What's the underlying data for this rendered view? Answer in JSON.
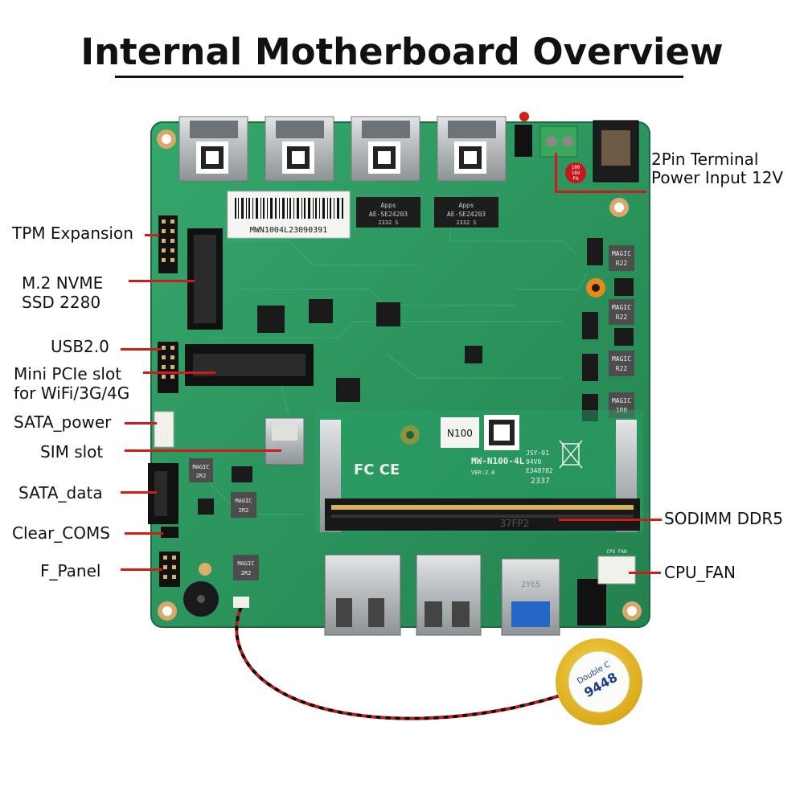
{
  "title": "Internal Motherboard Overview",
  "labels": {
    "tpm": "TPM Expansion",
    "m2_line1": "M.2 NVME",
    "m2_line2": "SSD 2280",
    "usb2": "USB2.0",
    "minipcie_line1": "Mini PCIe slot",
    "minipcie_line2": "for WiFi/3G/4G",
    "sata_power": "SATA_power",
    "sim": "SIM slot",
    "sata_data": "SATA_data",
    "clear_coms": "Clear_COMS",
    "f_panel": "F_Panel",
    "power_line1": "2Pin Terminal",
    "power_line2": "Power Input 12V",
    "sodimm": "SODIMM DDR5",
    "cpu_fan": "CPU_FAN"
  },
  "board_markings": {
    "serial": "MWN1004L23090391",
    "cpu": "N100",
    "model": "MW-N100-4L",
    "ver": "VER:2.0",
    "jsy": "JSY-01",
    "ul": "94V0",
    "e_number": "E348782",
    "date_code": "2337",
    "lan_chip_brand": "Apps",
    "lan_chip": "AE-SE24203",
    "lan_chip_code": "2332 S",
    "inductor": "MAGIC",
    "inductor_r22": "R22",
    "inductor_1r0": "1R0",
    "inductor_2r2": "2R2",
    "sodimm_mark": "37FP2",
    "capacitor_100": "100",
    "capacitor_16v": "16V",
    "capacitor_pa": "PA",
    "battery_text": "Double C",
    "battery_code": "9448",
    "usb_marking": "2Y65",
    "fc_mark": "FC CE",
    "cpu_fan_silk": "CPU FAN"
  },
  "colors": {
    "pcb": "#2e9a63",
    "pcb_dark": "#217a4c",
    "leader": "#d01b1b",
    "gold": "#d7a86b",
    "metal": "#b8bcbf"
  }
}
